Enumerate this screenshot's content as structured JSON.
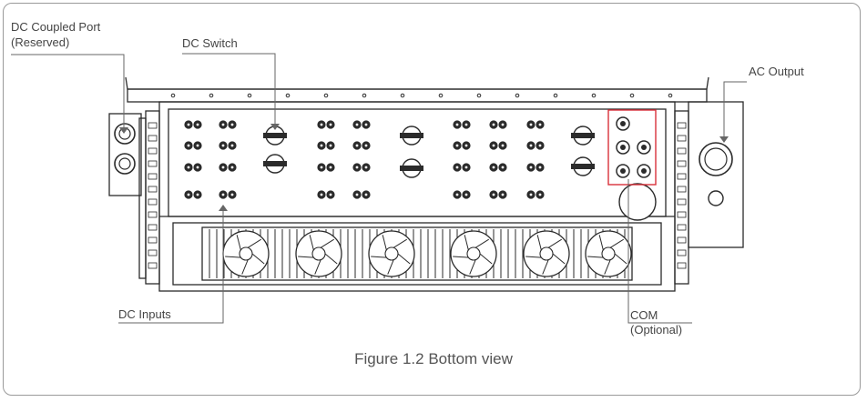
{
  "labels": {
    "dc_coupled_port_line1": "DC Coupled Port",
    "dc_coupled_port_line2": "(Reserved)",
    "dc_switch": "DC Switch",
    "ac_output": "AC Output",
    "dc_inputs": "DC Inputs",
    "com_line1": "COM",
    "com_line2": "(Optional)"
  },
  "caption": "Figure 1.2 Bottom view",
  "colors": {
    "line": "#2b2b2b",
    "leader": "#666666",
    "highlight_box": "#d9303a",
    "text": "#444444"
  }
}
